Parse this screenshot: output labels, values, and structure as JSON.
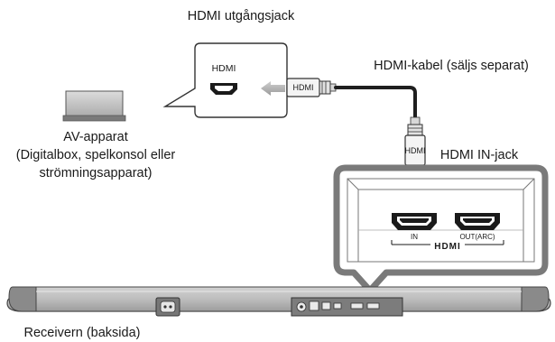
{
  "labels": {
    "hdmi_out_jack": "HDMI utgångsjack",
    "hdmi_cable": "HDMI-kabel (säljs separat)",
    "av_device": "AV-apparat",
    "av_device_examples_1": "(Digitalbox, spelkonsol eller",
    "av_device_examples_2": "strömningsapparat)",
    "hdmi_in_jack": "HDMI IN-jack",
    "receiver_rear": "Receivern (baksida)"
  },
  "port_labels": {
    "av_port": "HDMI",
    "cable_plug_horizontal": "HDMI",
    "cable_plug_vertical": "HDMI",
    "port_in": "IN",
    "port_out": "OUT(ARC)",
    "hdmi_logo": "HDMI"
  }
}
